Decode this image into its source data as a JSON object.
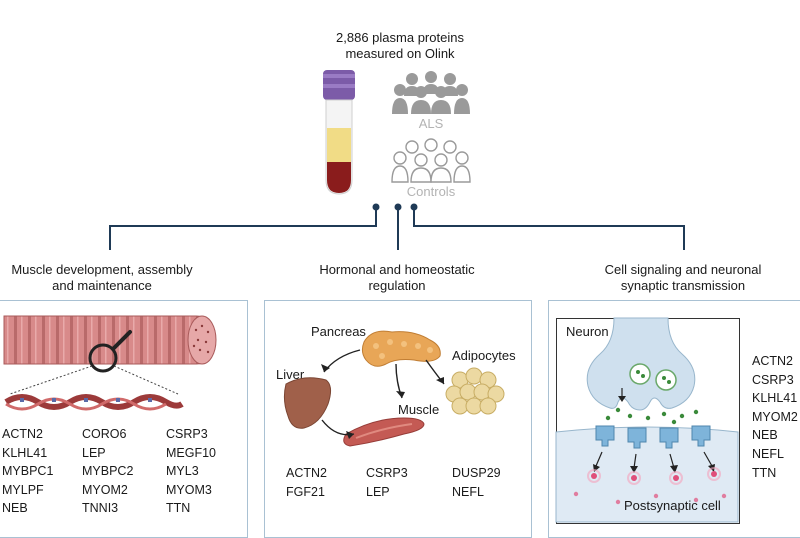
{
  "header": {
    "title_line1": "2,886 plasma proteins",
    "title_line2": "measured on Olink",
    "group_als": "ALS",
    "group_controls": "Controls"
  },
  "branches": [
    {
      "title_line1": "Muscle development, assembly",
      "title_line2": "and maintenance",
      "gene_columns": [
        [
          "ACTN2",
          "KLHL41",
          "MYBPC1",
          "MYLPF",
          "NEB"
        ],
        [
          "CORO6",
          "LEP",
          "MYBPC2",
          "MYOM2",
          "TNNI3"
        ],
        [
          "CSRP3",
          "MEGF10",
          "MYL3",
          "MYOM3",
          "TTN"
        ]
      ]
    },
    {
      "title_line1": "Hormonal and homeostatic",
      "title_line2": "regulation",
      "organs": {
        "pancreas": "Pancreas",
        "adipocytes": "Adipocytes",
        "liver": "Liver",
        "muscle": "Muscle"
      },
      "gene_columns": [
        [
          "ACTN2",
          "FGF21"
        ],
        [
          "CSRP3",
          "LEP"
        ],
        [
          "DUSP29",
          "NEFL"
        ]
      ]
    },
    {
      "title_line1": "Cell signaling and neuronal",
      "title_line2": "synaptic transmission",
      "labels": {
        "neuron": "Neuron",
        "postsynaptic": "Postsynaptic cell"
      },
      "gene_list": [
        "ACTN2",
        "CSRP3",
        "KLHL41",
        "MYOM2",
        "NEB",
        "NEFL",
        "TTN"
      ]
    }
  ],
  "colors": {
    "connector": "#1f3a56",
    "panel_border": "#a9c1d3",
    "blood_red": "#8a1c1c",
    "plasma_yellow": "#f1dc86",
    "tube_cap": "#7c5ba8",
    "muscle_pink": "#d88a8a",
    "liver_brown": "#a0604a",
    "pancreas_orange": "#e8a657",
    "fat_yellow": "#ecd9a2",
    "neuron_blue": "#cfe0ee",
    "receptor_blue": "#7eb4da",
    "vesicle_green": "#3a8a3a",
    "signal_pink": "#e04e7a"
  }
}
